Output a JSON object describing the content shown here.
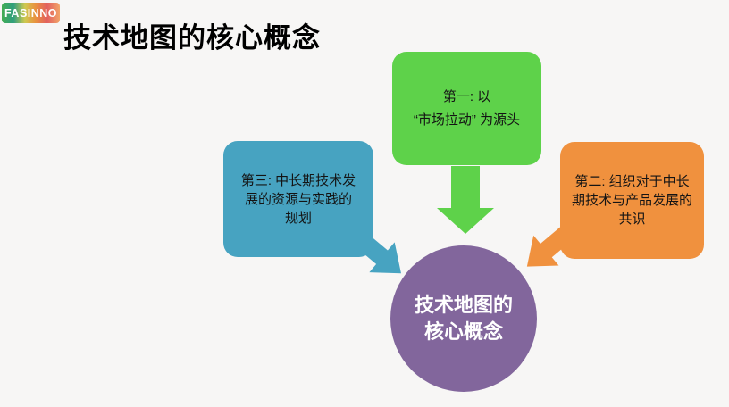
{
  "colors": {
    "background": "#f7f6f5",
    "green": "#5ed24a",
    "teal": "#47a3c1",
    "orange": "#f0913e",
    "purple": "#82669c",
    "title_text": "#000000",
    "box_text": "#141414",
    "circle_text": "#ffffff"
  },
  "logo": {
    "text": "FASINNO",
    "background": "linear-gradient(90deg, #43ad52 0%, #2f9e7e 20%, #cfc94f 40%, #e9923f 58%, #e2615f 78%, #f2a468 100%)"
  },
  "title": "技术地图的核心概念",
  "boxes": {
    "first": {
      "text": "第一: 以\n“市场拉动” 为源头"
    },
    "second": {
      "text": "第二: 组织对于中长\n期技术与产品发展的\n共识"
    },
    "third": {
      "text": "第三: 中长期技术发\n展的资源与实践的\n规划"
    }
  },
  "circle": {
    "text": "技术地图的\n核心概念"
  }
}
